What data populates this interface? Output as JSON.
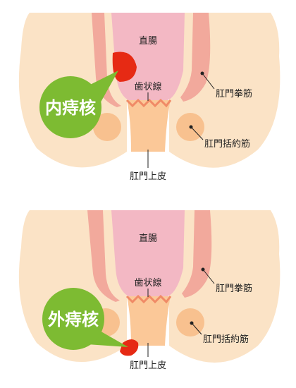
{
  "panels": {
    "internal": {
      "rectum": "直腸",
      "dentate_line": "歯状線",
      "levator_ani": "肛門拳筋",
      "sphincter": "肛門括約筋",
      "anoderm": "肛門上皮",
      "callout": "内痔核"
    },
    "external": {
      "rectum": "直腸",
      "dentate_line": "歯状線",
      "levator_ani": "肛門拳筋",
      "sphincter": "肛門括約筋",
      "anoderm": "肛門上皮",
      "callout": "外痔核"
    }
  },
  "colors": {
    "skin": "#fbe3c6",
    "muscle_stripe": "#f2a99c",
    "rectum": "#f3b8c4",
    "canal": "#fbc898",
    "sphincter": "#f8c18f",
    "zigzag": "#f08a66",
    "hemorrhoid": "#e62a14",
    "callout": "#7dbb32",
    "leader": "#222222"
  }
}
